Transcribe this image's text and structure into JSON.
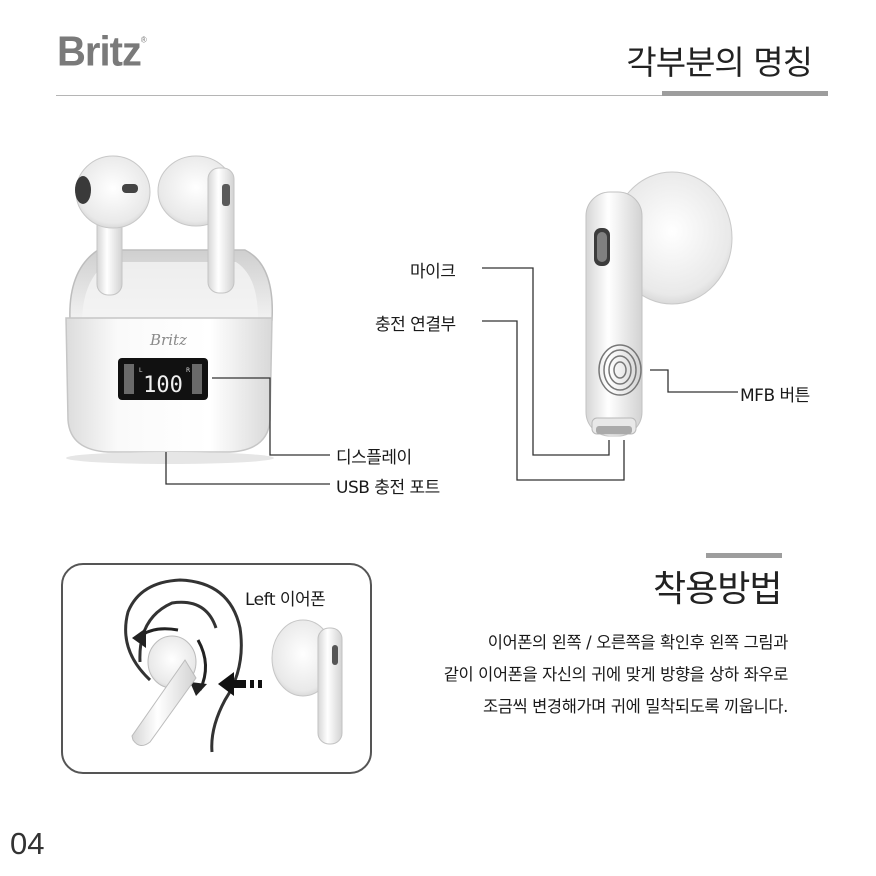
{
  "header": {
    "brand": "Britz",
    "brand_mark": "®",
    "section_title": "각부분의 명칭"
  },
  "parts": {
    "case_logo": "Britz",
    "display_digits": "100",
    "display_left": "L",
    "display_right": "R",
    "mic": "마이크",
    "charging_contact": "충전 연결부",
    "mfb_button": "MFB 버튼",
    "display": "디스플레이",
    "usb_port": "USB 충전 포트"
  },
  "wearing": {
    "title": "착용방법",
    "left_earbud_label": "Left 이어폰",
    "description": [
      "이어폰의 왼쪽 / 오른쪽을 확인후 왼쪽 그림과",
      "같이 이어폰을 자신의 귀에 맞게 방향을 상하 좌우로",
      "조금씩 변경해가며 귀에 밀착되도록 끼웁니다."
    ]
  },
  "page_number": "04"
}
